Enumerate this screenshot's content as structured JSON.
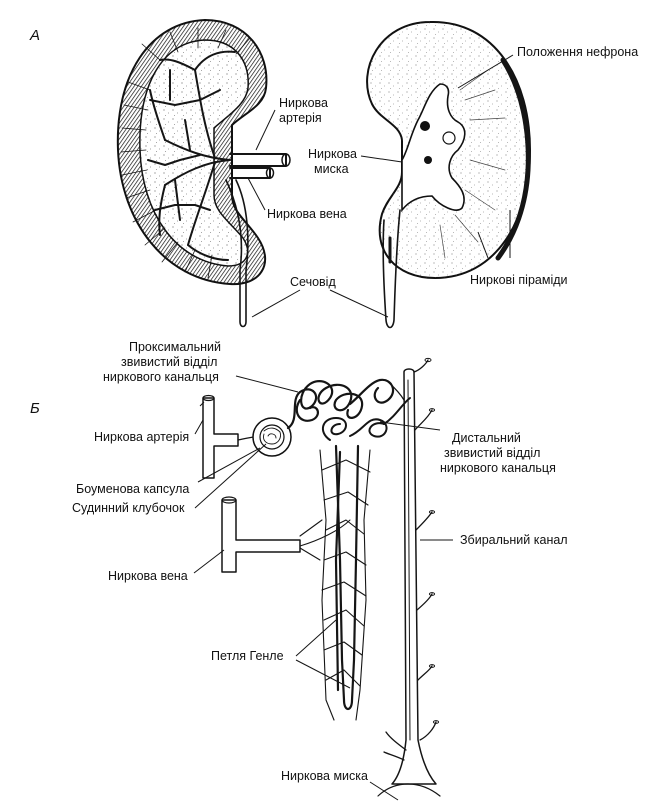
{
  "sections": {
    "a": "А",
    "b": "Б"
  },
  "labels": {
    "kidney_artery_a": [
      "Ниркова",
      "артерія"
    ],
    "kidney_vein_a": "Ниркова вена",
    "pelvis_a": [
      "Ниркова",
      "миска"
    ],
    "nephron_position": "Положення нефрона",
    "pyramids": "Ниркові піраміди",
    "ureter": "Сечовід",
    "proximal": [
      "Проксимальний",
      "звивистий відділ",
      "ниркового канальця"
    ],
    "distal": [
      "Дистальний",
      "звивистий відділ",
      "ниркового канальця"
    ],
    "artery_b": "Ниркова артерія",
    "bowman": "Боуменова капсула",
    "glomerulus": "Судинний клубочок",
    "vein_b": "Ниркова вена",
    "collecting_duct": "Збиральний канал",
    "henle_loop": "Петля Генле",
    "pelvis_b": "Ниркова миска"
  },
  "colors": {
    "ink": "#151515",
    "background": "#ffffff"
  }
}
